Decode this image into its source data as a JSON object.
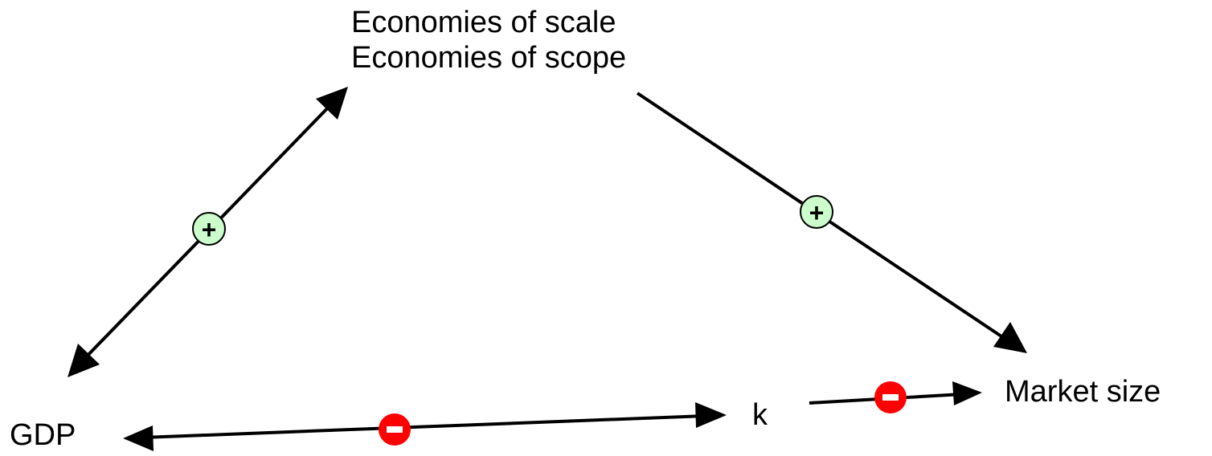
{
  "nodes": {
    "economies": {
      "line1": "Economies of scale",
      "line2": "Economies of scope"
    },
    "gdp": "GDP",
    "k": "k",
    "market_size": "Market size"
  },
  "links": [
    {
      "from": "gdp",
      "to": "economies",
      "direction": "both",
      "sign": "+"
    },
    {
      "from": "economies",
      "to": "market_size",
      "direction": "forward",
      "sign": "+"
    },
    {
      "from": "gdp",
      "to": "k",
      "direction": "both",
      "sign": "-"
    },
    {
      "from": "k",
      "to": "market_size",
      "direction": "forward",
      "sign": "-"
    }
  ],
  "colors": {
    "positive_fill": "#ccffcc",
    "negative_fill": "#ff0000",
    "arrow": "#000000"
  }
}
